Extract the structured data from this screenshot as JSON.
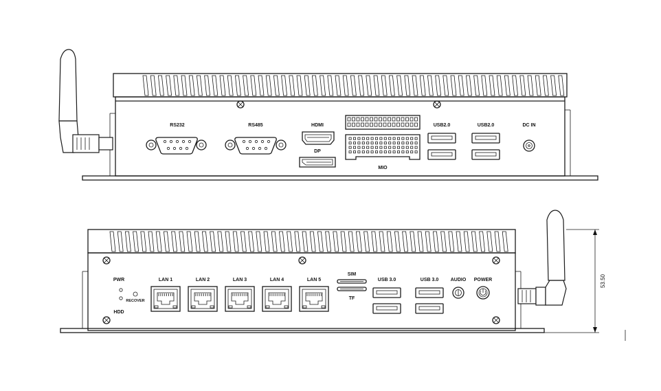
{
  "front_panel": {
    "ports": {
      "rs232": "RS232",
      "rs485": "RS485",
      "hdmi": "HDMI",
      "dp": "DP",
      "mio": "MIO",
      "usb20_a": "USB2.0",
      "usb20_b": "USB2.0",
      "dc_in": "DC IN"
    }
  },
  "rear_panel": {
    "leds": {
      "pwr": "PWR",
      "hdd": "HDD",
      "recover": "RECOVER"
    },
    "ports": {
      "lan1": "LAN 1",
      "lan2": "LAN 2",
      "lan3": "LAN 3",
      "lan4": "LAN 4",
      "lan5": "LAN 5",
      "sim": "SIM",
      "tf": "TF",
      "usb30_a": "USB 3.0",
      "usb30_b": "USB 3.0",
      "audio": "AUDIO",
      "power": "POWER"
    }
  },
  "dimension": {
    "height_label": "53.50"
  }
}
